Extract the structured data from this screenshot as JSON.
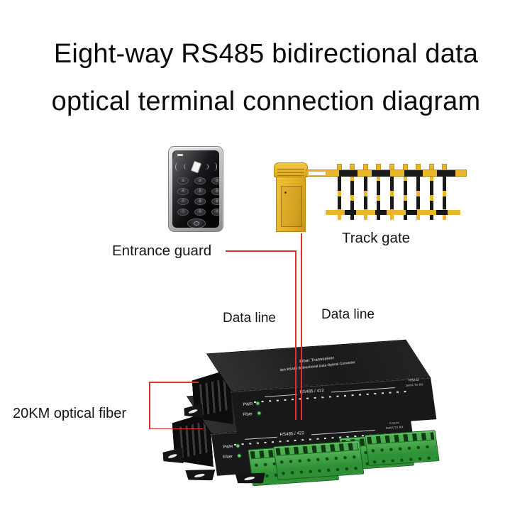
{
  "title": {
    "line1": "Eight-way RS485 bidirectional data",
    "line2": "optical terminal connection diagram"
  },
  "labels": {
    "entrance_guard": "Entrance guard",
    "track_gate": "Track gate",
    "data_line_left": "Data line",
    "data_line_right": "Data line",
    "optical_fiber": "20KM optical fiber"
  },
  "keypad": {
    "keys": [
      "1",
      "2",
      "3",
      "4",
      "5",
      "6",
      "7",
      "8",
      "9",
      "*",
      "0",
      "#"
    ]
  },
  "device": {
    "top_line1": "Fiber Transceiver",
    "top_line2": "8ch RS485 Bidirectional Data Optical Converter",
    "pwr": "PWR",
    "fiber": "Fiber",
    "rs485": "RS485 / 422",
    "rs232": "RS232",
    "rs232_sub": "DATA TX RX"
  },
  "colors": {
    "accent_red": "#e03127",
    "gate_yellow": "#e9b62c",
    "terminal_green": "#4aae4f",
    "led_green": "#58e25e",
    "device_black": "#18181a",
    "keypad_silver": "#c9c9c9"
  }
}
